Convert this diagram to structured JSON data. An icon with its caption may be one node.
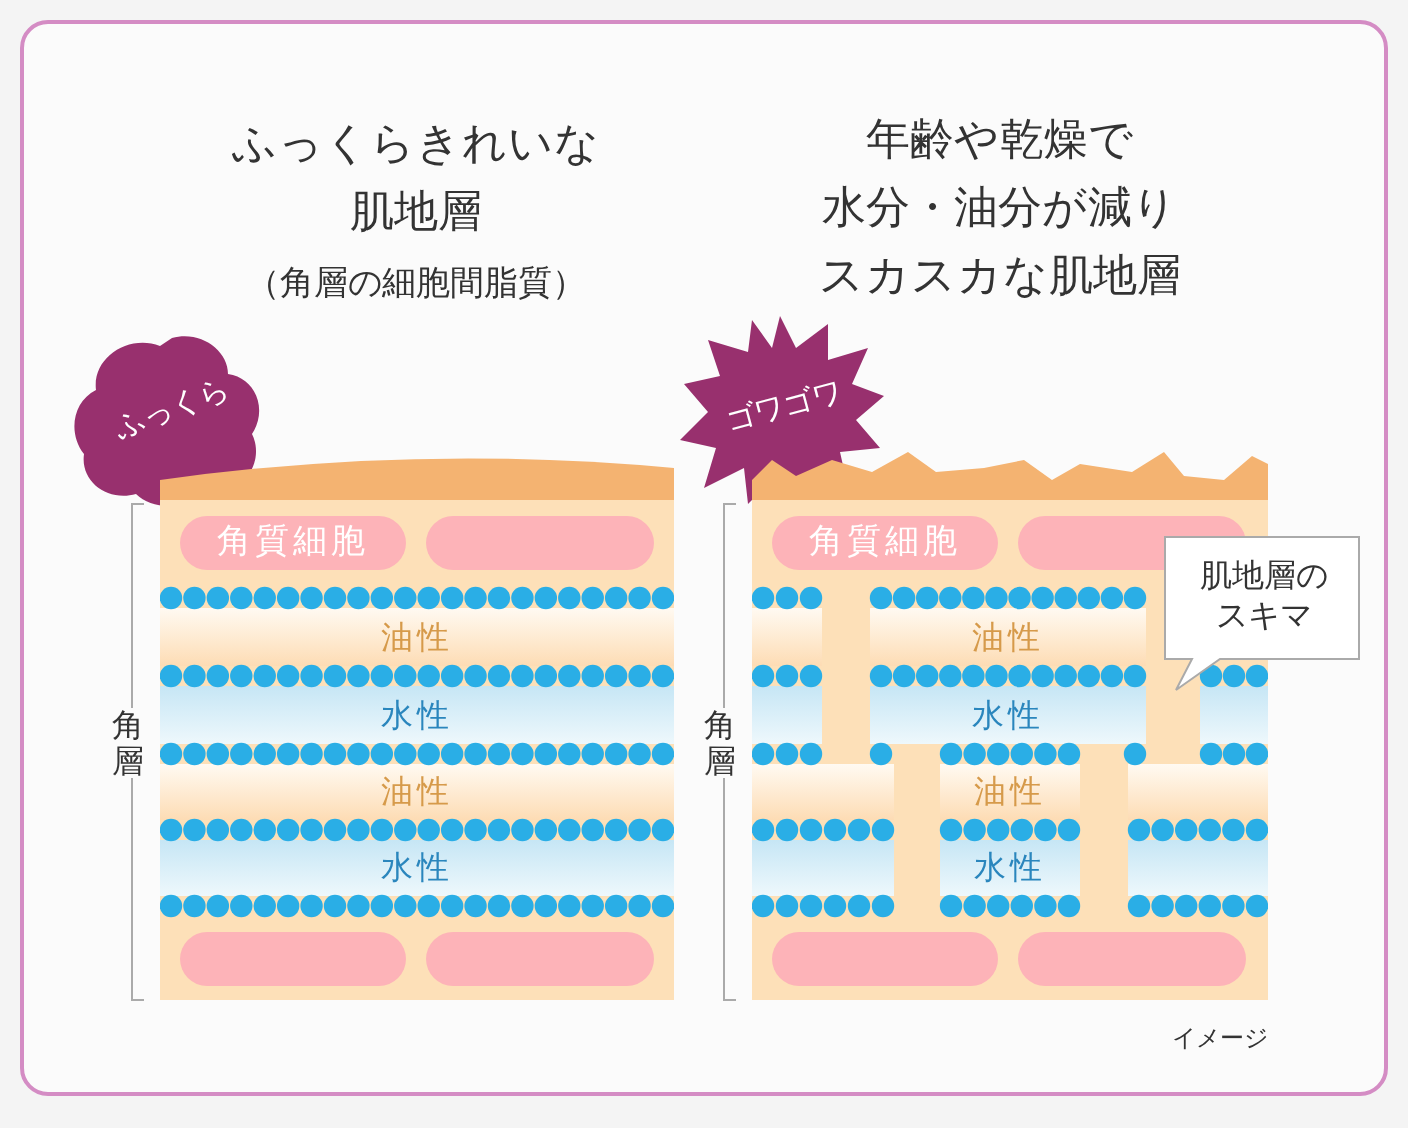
{
  "diagram": {
    "nodes": [
      {
        "text": [
          "ふっくら"
        ]
      },
      {
        "text": [],
        "shape": "box"
      },
      {
        "text": [
          "角質細胞"
        ],
        "in": 1
      },
      {
        "text": [],
        "shape": "bar",
        "in": 1
      },
      {
        "text": [
          "油性"
        ],
        "in": 1
      },
      {
        "text": [
          "水性"
        ],
        "in": 1
      },
      {
        "text": [
          "油性"
        ],
        "in": 1
      },
      {
        "text": [
          "水性"
        ],
        "in": 1
      },
      {
        "text": [],
        "shape": "bar",
        "in": 1
      },
      {
        "text": [],
        "shape": "bar",
        "in": 1
      },
      {
        "text": [
          "ゴワゴワ"
        ]
      },
      {
        "text": [],
        "shape": "box"
      },
      {
        "text": [
          "角質細胞"
        ],
        "in": 11
      },
      {
        "text": [],
        "shape": "bar",
        "in": 11
      },
      {
        "text": [
          "油性"
        ],
        "in": 11
      },
      {
        "text": [
          "水性"
        ],
        "in": 11
      },
      {
        "text": [
          "油性"
        ],
        "in": 11
      },
      {
        "text": [
          "水性"
        ],
        "in": 11
      },
      {
        "text": [],
        "shape": "bar",
        "in": 11
      },
      {
        "text": [],
        "shape": "bar",
        "in": 11
      },
      {
        "text": [
          "肌地層のスキマ"
        ]
      },
      {
        "text": [],
        "shape": "box",
        "in": 11
      },
      {
        "text": [],
        "shape": "box",
        "in": 11
      },
      {
        "text": [],
        "shape": "box",
        "in": 11
      },
      {
        "text": [],
        "shape": "box",
        "in": 11
      },
      {
        "text": [],
        "shape": "box",
        "in": 11
      },
      {
        "text": [],
        "shape": "box",
        "in": 11
      },
      {
        "text": [],
        "shape": "box",
        "in": 11
      }
    ],
    "edges": [],
    "labels": [
      "ふっくらきれいな肌地層",
      "（角層の細胞間脂質）",
      "年齢や乾燥で",
      "水分・油分が減り",
      "スカスカな肌地層",
      "角層",
      "角層",
      "イメージ"
    ]
  }
}
